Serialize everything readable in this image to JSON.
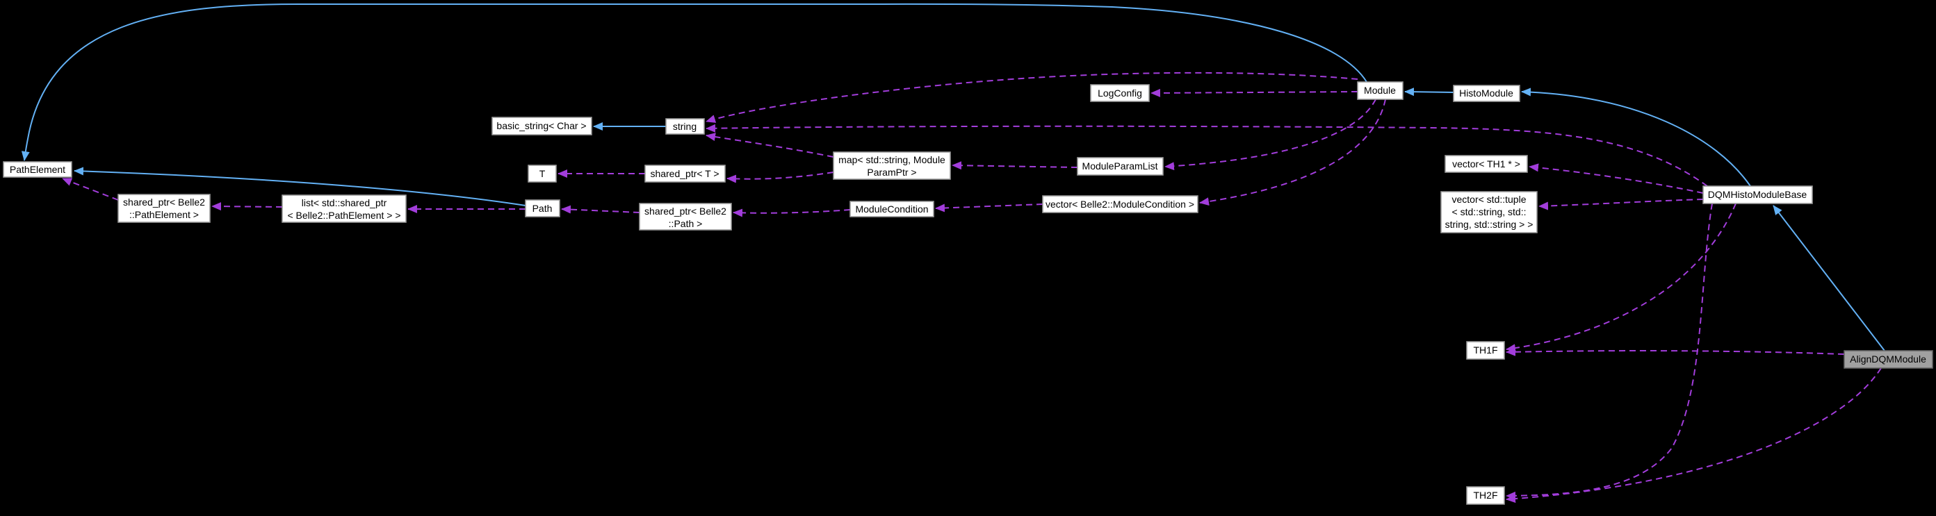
{
  "diagram": {
    "type": "doxygen-collaboration-graph",
    "colors": {
      "background": "#000000",
      "node_fill": "#ffffff",
      "node_border": "#9a9a9a",
      "current_node_fill": "#a0a0a0",
      "current_node_border": "#666666",
      "inheritance_edge": "#63b1f5",
      "usage_edge": "#a23ddb",
      "text": "#000000"
    },
    "nodes": {
      "pathElement": {
        "label": "PathElement"
      },
      "sharedPtrPathElement": {
        "lines": [
          "shared_ptr< Belle2",
          "::PathElement >"
        ]
      },
      "listSharedPtr": {
        "lines": [
          "list< std::shared_ptr",
          "< Belle2::PathElement > >"
        ]
      },
      "path": {
        "label": "Path"
      },
      "t": {
        "label": "T"
      },
      "sharedPtrT": {
        "label": "shared_ptr< T >"
      },
      "basicString": {
        "label": "basic_string< Char >"
      },
      "string": {
        "label": "string"
      },
      "map": {
        "lines": [
          "map< std::string, Module",
          "ParamPtr >"
        ]
      },
      "sharedPtrPath": {
        "lines": [
          "shared_ptr< Belle2",
          "::Path >"
        ]
      },
      "moduleCondition": {
        "label": "ModuleCondition"
      },
      "vectorModuleCondition": {
        "label": "vector< Belle2::ModuleCondition >"
      },
      "moduleParamList": {
        "label": "ModuleParamList"
      },
      "logConfig": {
        "label": "LogConfig"
      },
      "module": {
        "label": "Module"
      },
      "histoModule": {
        "label": "HistoModule"
      },
      "vectorTH1": {
        "label": "vector< TH1 * >"
      },
      "vectorTuple": {
        "lines": [
          "vector< std::tuple",
          "< std::string, std::",
          "string, std::string > >"
        ]
      },
      "dqmHistoModuleBase": {
        "label": "DQMHistoModuleBase"
      },
      "th1f": {
        "label": "TH1F"
      },
      "th2f": {
        "label": "TH2F"
      },
      "alignDQMModule": {
        "label": "AlignDQMModule"
      }
    },
    "edges": [
      {
        "from": "Module",
        "to": "PathElement",
        "relation": "inheritance"
      },
      {
        "from": "Path",
        "to": "PathElement",
        "relation": "inheritance"
      },
      {
        "from": "string",
        "to": "basic_string< Char >",
        "relation": "inheritance"
      },
      {
        "from": "HistoModule",
        "to": "Module",
        "relation": "inheritance"
      },
      {
        "from": "DQMHistoModuleBase",
        "to": "HistoModule",
        "relation": "inheritance"
      },
      {
        "from": "AlignDQMModule",
        "to": "DQMHistoModuleBase",
        "relation": "inheritance"
      },
      {
        "from": "shared_ptr< Belle2::PathElement >",
        "to": "PathElement",
        "relation": "usage"
      },
      {
        "from": "list< std::shared_ptr< Belle2::PathElement > >",
        "to": "shared_ptr< Belle2::PathElement >",
        "relation": "usage"
      },
      {
        "from": "Path",
        "to": "list< std::shared_ptr< Belle2::PathElement > >",
        "relation": "usage"
      },
      {
        "from": "shared_ptr< Belle2::Path >",
        "to": "Path",
        "relation": "usage"
      },
      {
        "from": "shared_ptr< T >",
        "to": "T",
        "relation": "usage"
      },
      {
        "from": "map< std::string, ModuleParamPtr >",
        "to": "shared_ptr< T >",
        "relation": "usage"
      },
      {
        "from": "map< std::string, ModuleParamPtr >",
        "to": "string",
        "relation": "usage"
      },
      {
        "from": "ModuleCondition",
        "to": "shared_ptr< Belle2::Path >",
        "relation": "usage"
      },
      {
        "from": "vector< Belle2::ModuleCondition >",
        "to": "ModuleCondition",
        "relation": "usage"
      },
      {
        "from": "ModuleParamList",
        "to": "map< std::string, ModuleParamPtr >",
        "relation": "usage"
      },
      {
        "from": "Module",
        "to": "LogConfig",
        "relation": "usage"
      },
      {
        "from": "Module",
        "to": "string",
        "relation": "usage"
      },
      {
        "from": "Module",
        "to": "ModuleParamList",
        "relation": "usage"
      },
      {
        "from": "Module",
        "to": "vector< Belle2::ModuleCondition >",
        "relation": "usage"
      },
      {
        "from": "DQMHistoModuleBase",
        "to": "string",
        "relation": "usage"
      },
      {
        "from": "DQMHistoModuleBase",
        "to": "vector< TH1 * >",
        "relation": "usage"
      },
      {
        "from": "DQMHistoModuleBase",
        "to": "vector< std::tuple< std::string, std::string, std::string > >",
        "relation": "usage"
      },
      {
        "from": "DQMHistoModuleBase",
        "to": "TH1F",
        "relation": "usage"
      },
      {
        "from": "DQMHistoModuleBase",
        "to": "TH2F",
        "relation": "usage"
      },
      {
        "from": "AlignDQMModule",
        "to": "TH1F",
        "relation": "usage"
      },
      {
        "from": "AlignDQMModule",
        "to": "TH2F",
        "relation": "usage"
      }
    ]
  }
}
